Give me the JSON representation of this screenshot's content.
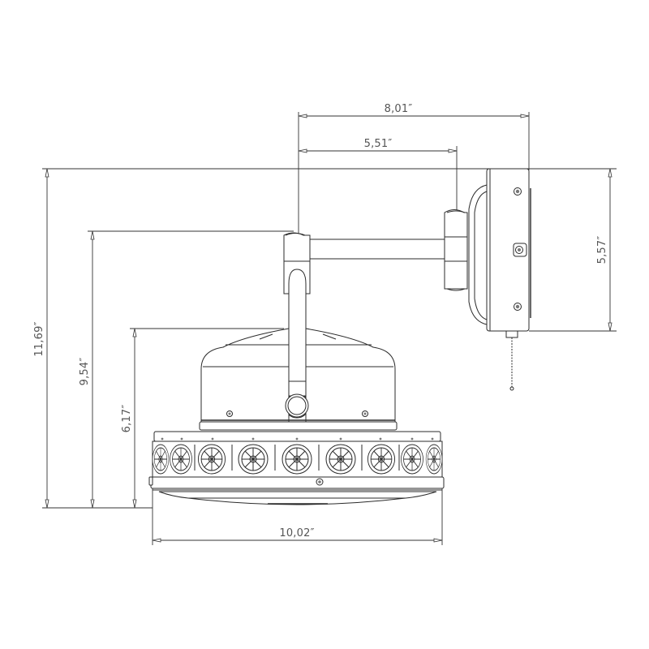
{
  "drawing": {
    "title": "Wall-mount fan side elevation",
    "line_color": "#2b2b2b",
    "text_color": "#555555",
    "background": "#ffffff"
  },
  "dimensions": {
    "arm_overall_width": "8,01″",
    "arm_pivot_width": "5,51″",
    "wall_plate_height": "5,57″",
    "overall_height": "11,69″",
    "pivot_height": "9,54″",
    "housing_height": "6,17″",
    "fan_diameter": "10,02″"
  },
  "components": {
    "wall_plate": {
      "screws": 3,
      "has_pull_chain": true
    },
    "arm": {
      "joints": 2
    },
    "fan_head": {
      "ornamental_wheels": 9,
      "top_screws": 2,
      "bezel_screw": 1
    }
  }
}
